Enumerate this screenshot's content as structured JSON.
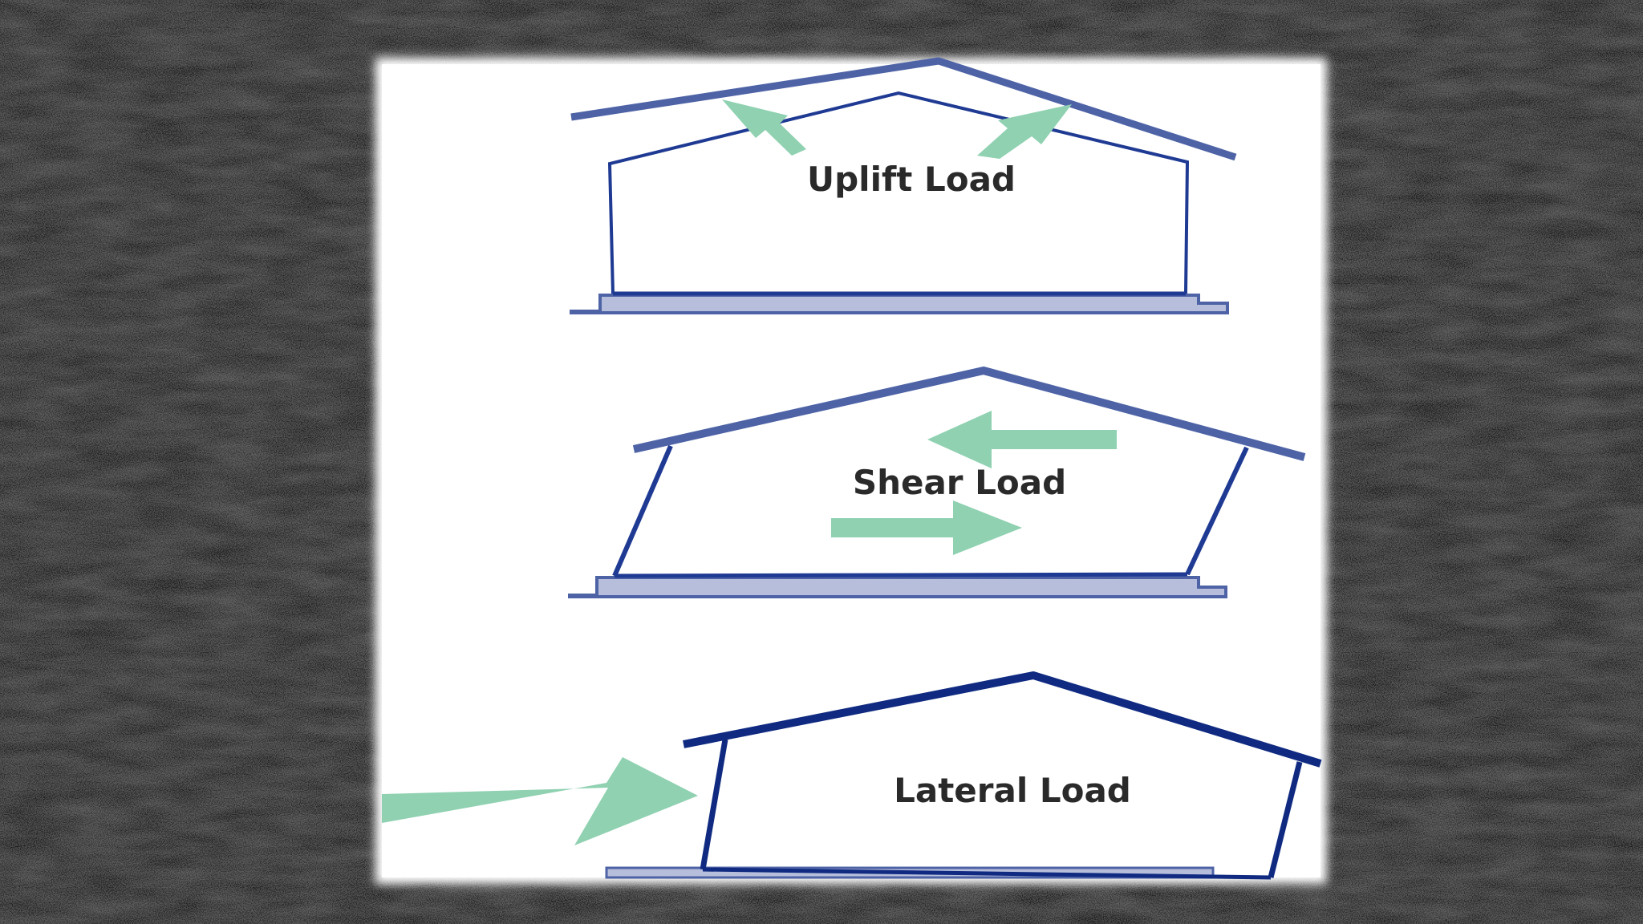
{
  "colors": {
    "background": "#161616",
    "panel": "#ffffff",
    "roof": "#4e63a6",
    "wall": "#1f3a93",
    "wall_dark": "#0f2a80",
    "foundation_fill": "#b6bedb",
    "foundation_stroke": "#4e63a6",
    "arrow": "#8fd1b1",
    "text": "#2a2a2a"
  },
  "diagrams": [
    {
      "id": "uplift",
      "label": "Uplift Load"
    },
    {
      "id": "shear",
      "label": "Shear Load"
    },
    {
      "id": "lateral",
      "label": "Lateral Load"
    }
  ],
  "icons": [
    "arrow-up-icon",
    "arrow-left-icon",
    "arrow-right-icon"
  ]
}
